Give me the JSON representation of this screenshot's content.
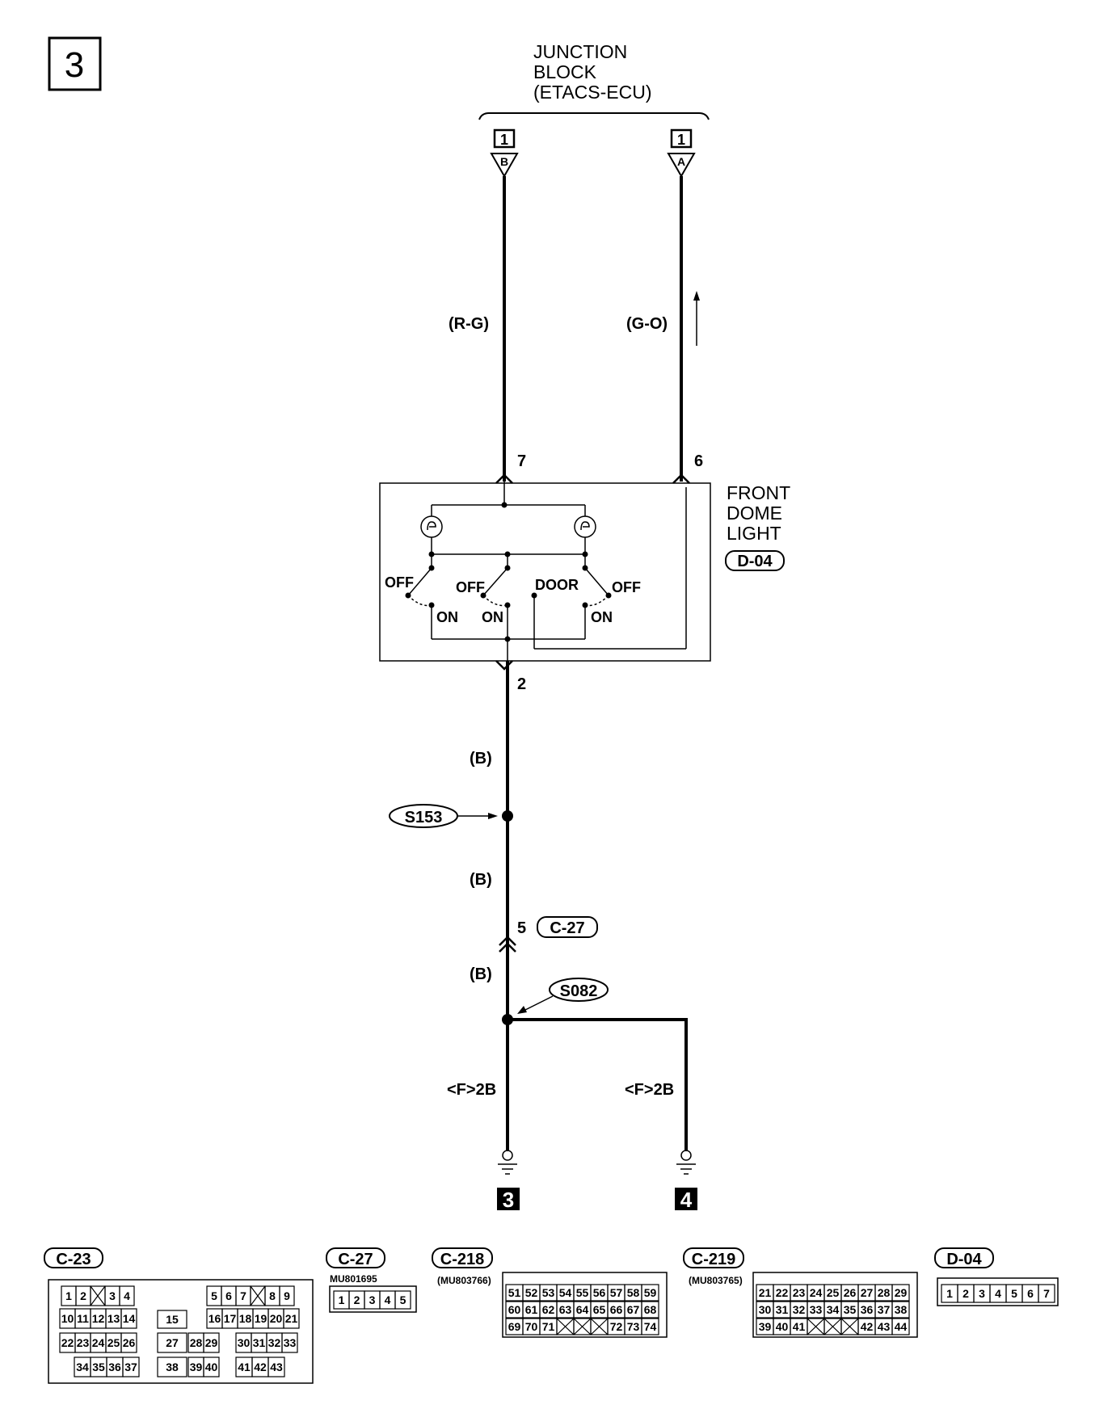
{
  "page_number": "3",
  "junction_block": {
    "line1": "JUNCTION",
    "line2": "BLOCK",
    "line3": "(ETACS-ECU)"
  },
  "jb_terminals": [
    {
      "num": "1",
      "letter": "B"
    },
    {
      "num": "1",
      "letter": "A"
    }
  ],
  "wires": {
    "left_color": "(R-G)",
    "right_color": "(G-O)",
    "black_1": "(B)",
    "black_2": "(B)",
    "black_3": "(B)",
    "ground_left": "<F>2B",
    "ground_right": "<F>2B"
  },
  "pins": {
    "p7": "7",
    "p6": "6",
    "p2": "2",
    "p5": "5"
  },
  "dome_light": {
    "line1": "FRONT",
    "line2": "DOME",
    "line3": "LIGHT",
    "connector": "D-04",
    "sw_left_off": "OFF",
    "sw_left_on": "ON",
    "sw_mid_off": "OFF",
    "sw_mid_on": "ON",
    "sw_mid_door": "DOOR",
    "sw_right_off": "OFF",
    "sw_right_on": "ON"
  },
  "splices": {
    "s153": "S153",
    "s082": "S082"
  },
  "connector_c27_label": "C-27",
  "ground_refs": [
    "3",
    "4"
  ],
  "connector_views": {
    "c23": {
      "label": "C-23"
    },
    "c27": {
      "label": "C-27",
      "part": "MU801695",
      "pins": [
        "1",
        "2",
        "3",
        "4",
        "5"
      ]
    },
    "c218": {
      "label": "C-218",
      "part": "(MU803766)",
      "row1": [
        "51",
        "52",
        "53",
        "54",
        "55",
        "56",
        "57",
        "58",
        "59"
      ],
      "row2": [
        "60",
        "61",
        "62",
        "63",
        "64",
        "65",
        "66",
        "67",
        "68"
      ],
      "row3": [
        "69",
        "70",
        "71",
        "",
        "",
        "",
        "72",
        "73",
        "74"
      ]
    },
    "c219": {
      "label": "C-219",
      "part": "(MU803765)",
      "row1": [
        "21",
        "22",
        "23",
        "24",
        "25",
        "26",
        "27",
        "28",
        "29"
      ],
      "row2": [
        "30",
        "31",
        "32",
        "33",
        "34",
        "35",
        "36",
        "37",
        "38"
      ],
      "row3": [
        "39",
        "40",
        "41",
        "",
        "",
        "",
        "42",
        "43",
        "44"
      ]
    },
    "d04": {
      "label": "D-04",
      "pins": [
        "1",
        "2",
        "3",
        "4",
        "5",
        "6",
        "7"
      ]
    }
  },
  "c23_pins": {
    "r1a": [
      "1",
      "2",
      "",
      "3",
      "4"
    ],
    "r1b": [
      "5",
      "6",
      "7",
      "",
      "8",
      "9"
    ],
    "r2a": [
      "10",
      "11",
      "12",
      "13",
      "14"
    ],
    "r2m": "15",
    "r2b": [
      "16",
      "17",
      "18",
      "19",
      "20",
      "21"
    ],
    "r3a": [
      "22",
      "23",
      "24",
      "25",
      "26"
    ],
    "r3m": [
      "27",
      "28",
      "29"
    ],
    "r3b": [
      "30",
      "31",
      "32",
      "33"
    ],
    "r4a": [
      "34",
      "35",
      "36",
      "37"
    ],
    "r4m": [
      "38",
      "39",
      "40"
    ],
    "r4b": [
      "41",
      "42",
      "43"
    ]
  }
}
